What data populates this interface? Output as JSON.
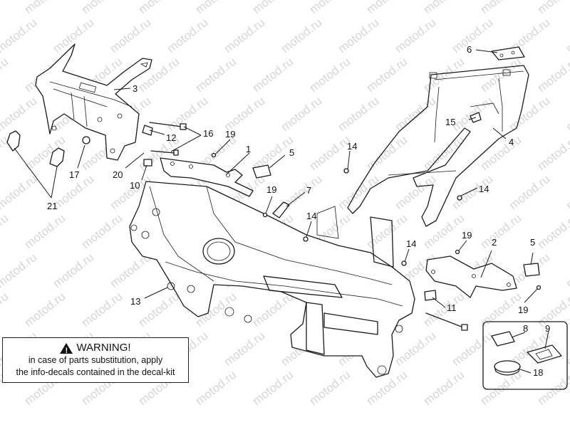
{
  "watermark": {
    "text": "motod.ru"
  },
  "callouts": [
    {
      "id": "c1",
      "label": "1"
    },
    {
      "id": "c2",
      "label": "2"
    },
    {
      "id": "c3",
      "label": "3"
    },
    {
      "id": "c4",
      "label": "4"
    },
    {
      "id": "c5a",
      "label": "5"
    },
    {
      "id": "c5b",
      "label": "5"
    },
    {
      "id": "c6",
      "label": "6"
    },
    {
      "id": "c7",
      "label": "7"
    },
    {
      "id": "c8",
      "label": "8"
    },
    {
      "id": "c9",
      "label": "9"
    },
    {
      "id": "c10",
      "label": "10"
    },
    {
      "id": "c11",
      "label": "11"
    },
    {
      "id": "c12",
      "label": "12"
    },
    {
      "id": "c13",
      "label": "13"
    },
    {
      "id": "c14a",
      "label": "14"
    },
    {
      "id": "c14b",
      "label": "14"
    },
    {
      "id": "c14c",
      "label": "14"
    },
    {
      "id": "c14d",
      "label": "14"
    },
    {
      "id": "c15",
      "label": "15"
    },
    {
      "id": "c16",
      "label": "16"
    },
    {
      "id": "c17",
      "label": "17"
    },
    {
      "id": "c18",
      "label": "18"
    },
    {
      "id": "c19a",
      "label": "19"
    },
    {
      "id": "c19b",
      "label": "19"
    },
    {
      "id": "c19c",
      "label": "19"
    },
    {
      "id": "c19d",
      "label": "19"
    },
    {
      "id": "c20",
      "label": "20"
    },
    {
      "id": "c21",
      "label": "21"
    }
  ],
  "warning": {
    "title": "WARNING!",
    "line1": "in case of parts substitution, apply",
    "line2": "the info-decals contained in the decal-kit",
    "icon": "warning-triangle-icon"
  }
}
